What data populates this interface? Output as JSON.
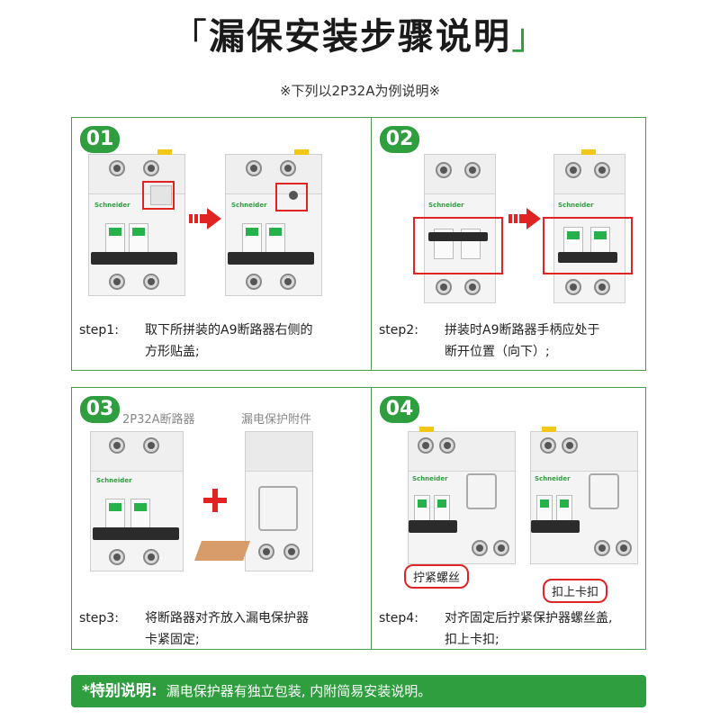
{
  "header": {
    "bracket_open": "「",
    "title": "漏保安装步骤说明",
    "bracket_close": "」",
    "subtitle": "※下列以2P32A为例说明※"
  },
  "colors": {
    "accent": "#2e9e3e",
    "highlight": "#e02424"
  },
  "steps": [
    {
      "num": "01",
      "label": "step1:",
      "lines": [
        "取下所拼装的A9断路器右侧的",
        "方形贴盖;"
      ]
    },
    {
      "num": "02",
      "label": "step2:",
      "lines": [
        "拼装时A9断路器手柄应处于",
        "断开位置（向下）;"
      ]
    },
    {
      "num": "03",
      "label": "step3:",
      "lines": [
        "将断路器对齐放入漏电保护器",
        "卡紧固定;"
      ],
      "captions": [
        "2P32A断路器",
        "漏电保护附件"
      ]
    },
    {
      "num": "04",
      "label": "step4:",
      "lines": [
        "对齐固定后拧紧保护器螺丝盖,",
        "扣上卡扣;"
      ],
      "tags": [
        "拧紧螺丝",
        "扣上卡扣"
      ]
    }
  ],
  "note": {
    "key": "*特别说明:",
    "text": "漏电保护器有独立包装, 内附简易安装说明。"
  }
}
